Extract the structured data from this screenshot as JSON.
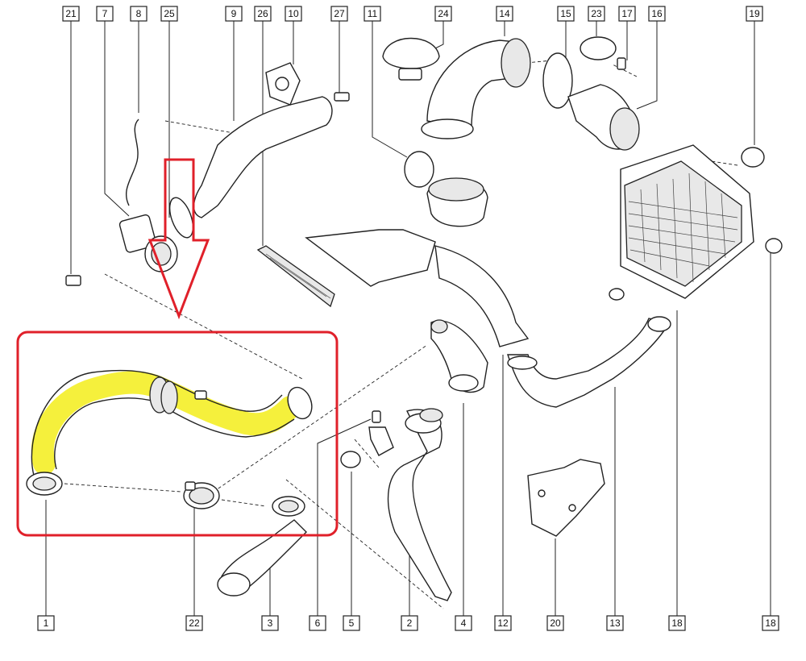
{
  "labels": {
    "top": [
      "21",
      "7",
      "8",
      "25",
      "9",
      "26",
      "10",
      "27",
      "11",
      "24",
      "14",
      "15",
      "23",
      "17",
      "16",
      "19"
    ],
    "bottom": [
      "1",
      "22",
      "3",
      "6",
      "5",
      "2",
      "4",
      "12",
      "20",
      "13",
      "18",
      "18"
    ]
  },
  "highlight": {
    "frame_color": "#e0202a",
    "hose_color": "#f5f03c"
  },
  "icons": {
    "arrow": "down-arrow-icon"
  }
}
